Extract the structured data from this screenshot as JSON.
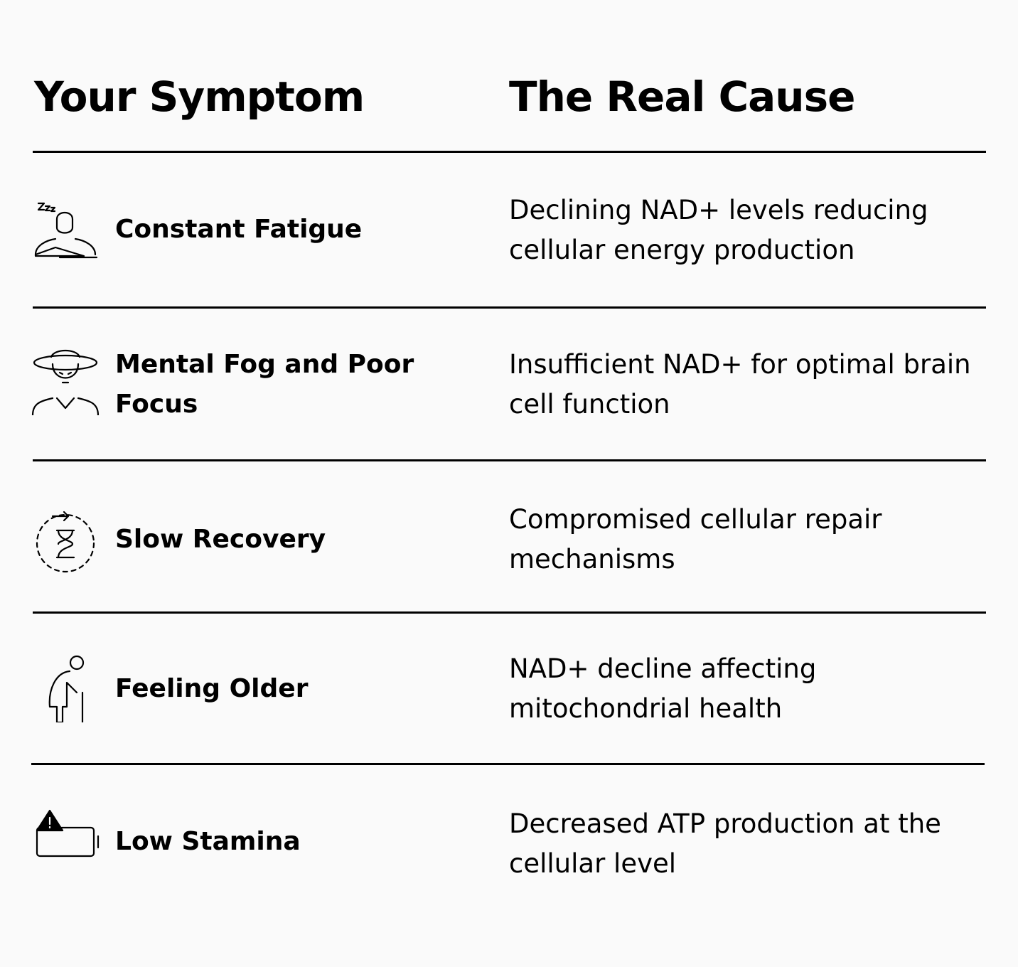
{
  "headers": {
    "symptom": "Your Symptom",
    "cause": "The Real Cause"
  },
  "rows": [
    {
      "icon": "sleeping-person-icon",
      "symptom": "Constant Fatigue",
      "cause": "Declining NAD+ levels reducing cellular energy production"
    },
    {
      "icon": "dizzy-person-icon",
      "symptom": "Mental Fog and Poor Focus",
      "cause": "Insufficient NAD+ for optimal brain cell function"
    },
    {
      "icon": "hourglass-cycle-icon",
      "symptom": "Slow Recovery",
      "cause": "Compromised cellular repair mechanisms"
    },
    {
      "icon": "elderly-person-cane-icon",
      "symptom": "Feeling Older",
      "cause": "NAD+ decline affecting mitochondrial health"
    },
    {
      "icon": "low-battery-warning-icon",
      "symptom": "Low Stamina",
      "cause": "Decreased ATP production at the cellular level"
    }
  ]
}
